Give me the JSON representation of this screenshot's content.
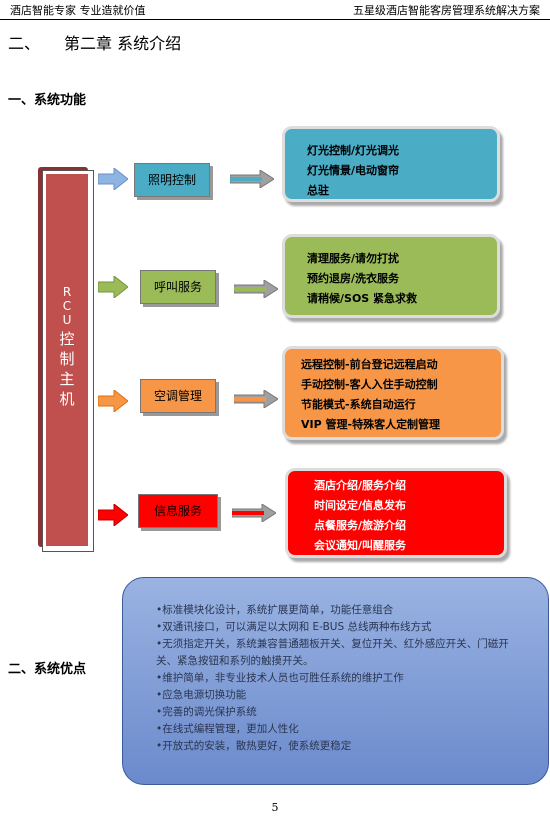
{
  "header": {
    "left_text": "酒店智能专家   专业造就价值",
    "right_text": "五星级酒店智能客房管理系统解决方案"
  },
  "chapter": {
    "number": "二、",
    "title": "第二章  系统介绍"
  },
  "section_functions": {
    "title": "一、系统功能"
  },
  "main_unit": {
    "label": "RCU控制主机"
  },
  "categories": [
    {
      "label": "照明控制",
      "color": "#4bacc6",
      "items": [
        "灯光控制/灯光调光",
        "灯光情景/电动窗帘",
        "总驻"
      ]
    },
    {
      "label": "呼叫服务",
      "color": "#9bbb59",
      "items": [
        "清理服务/请勿打扰",
        "预约退房/洗衣服务",
        "请稍候/SOS 紧急求救"
      ]
    },
    {
      "label": "空调管理",
      "color": "#f79646",
      "items": [
        "远程控制-前台登记远程启动",
        "手动控制-客人入住手动控制",
        "节能模式-系统自动运行",
        "VIP 管理-特殊客人定制管理"
      ]
    },
    {
      "label": "信息服务",
      "color": "#ff0000",
      "items": [
        "酒店介绍/服务介绍",
        "时间设定/信息发布",
        "点餐服务/旅游介绍",
        "会议通知/叫醒服务"
      ]
    }
  ],
  "section_advantages": {
    "title": "二、系统优点"
  },
  "advantages": {
    "bullet": "•",
    "items": [
      "标准模块化设计，系统扩展更简单，功能任意组合",
      "双通讯接口，可以满足以太网和 E-BUS 总线两种布线方式",
      "无须指定开关，系统兼容普通翘板开关、复位开关、红外感应开关、门磁开关、紧急按钮和系列的触摸开关。",
      "维护简单，非专业技术人员也可胜任系统的维护工作",
      "应急电源切换功能",
      "完善的调光保护系统",
      "在线式编程管理，更加人性化",
      "开放式的安装，散热更好，使系统更稳定"
    ]
  },
  "page_number": "5"
}
